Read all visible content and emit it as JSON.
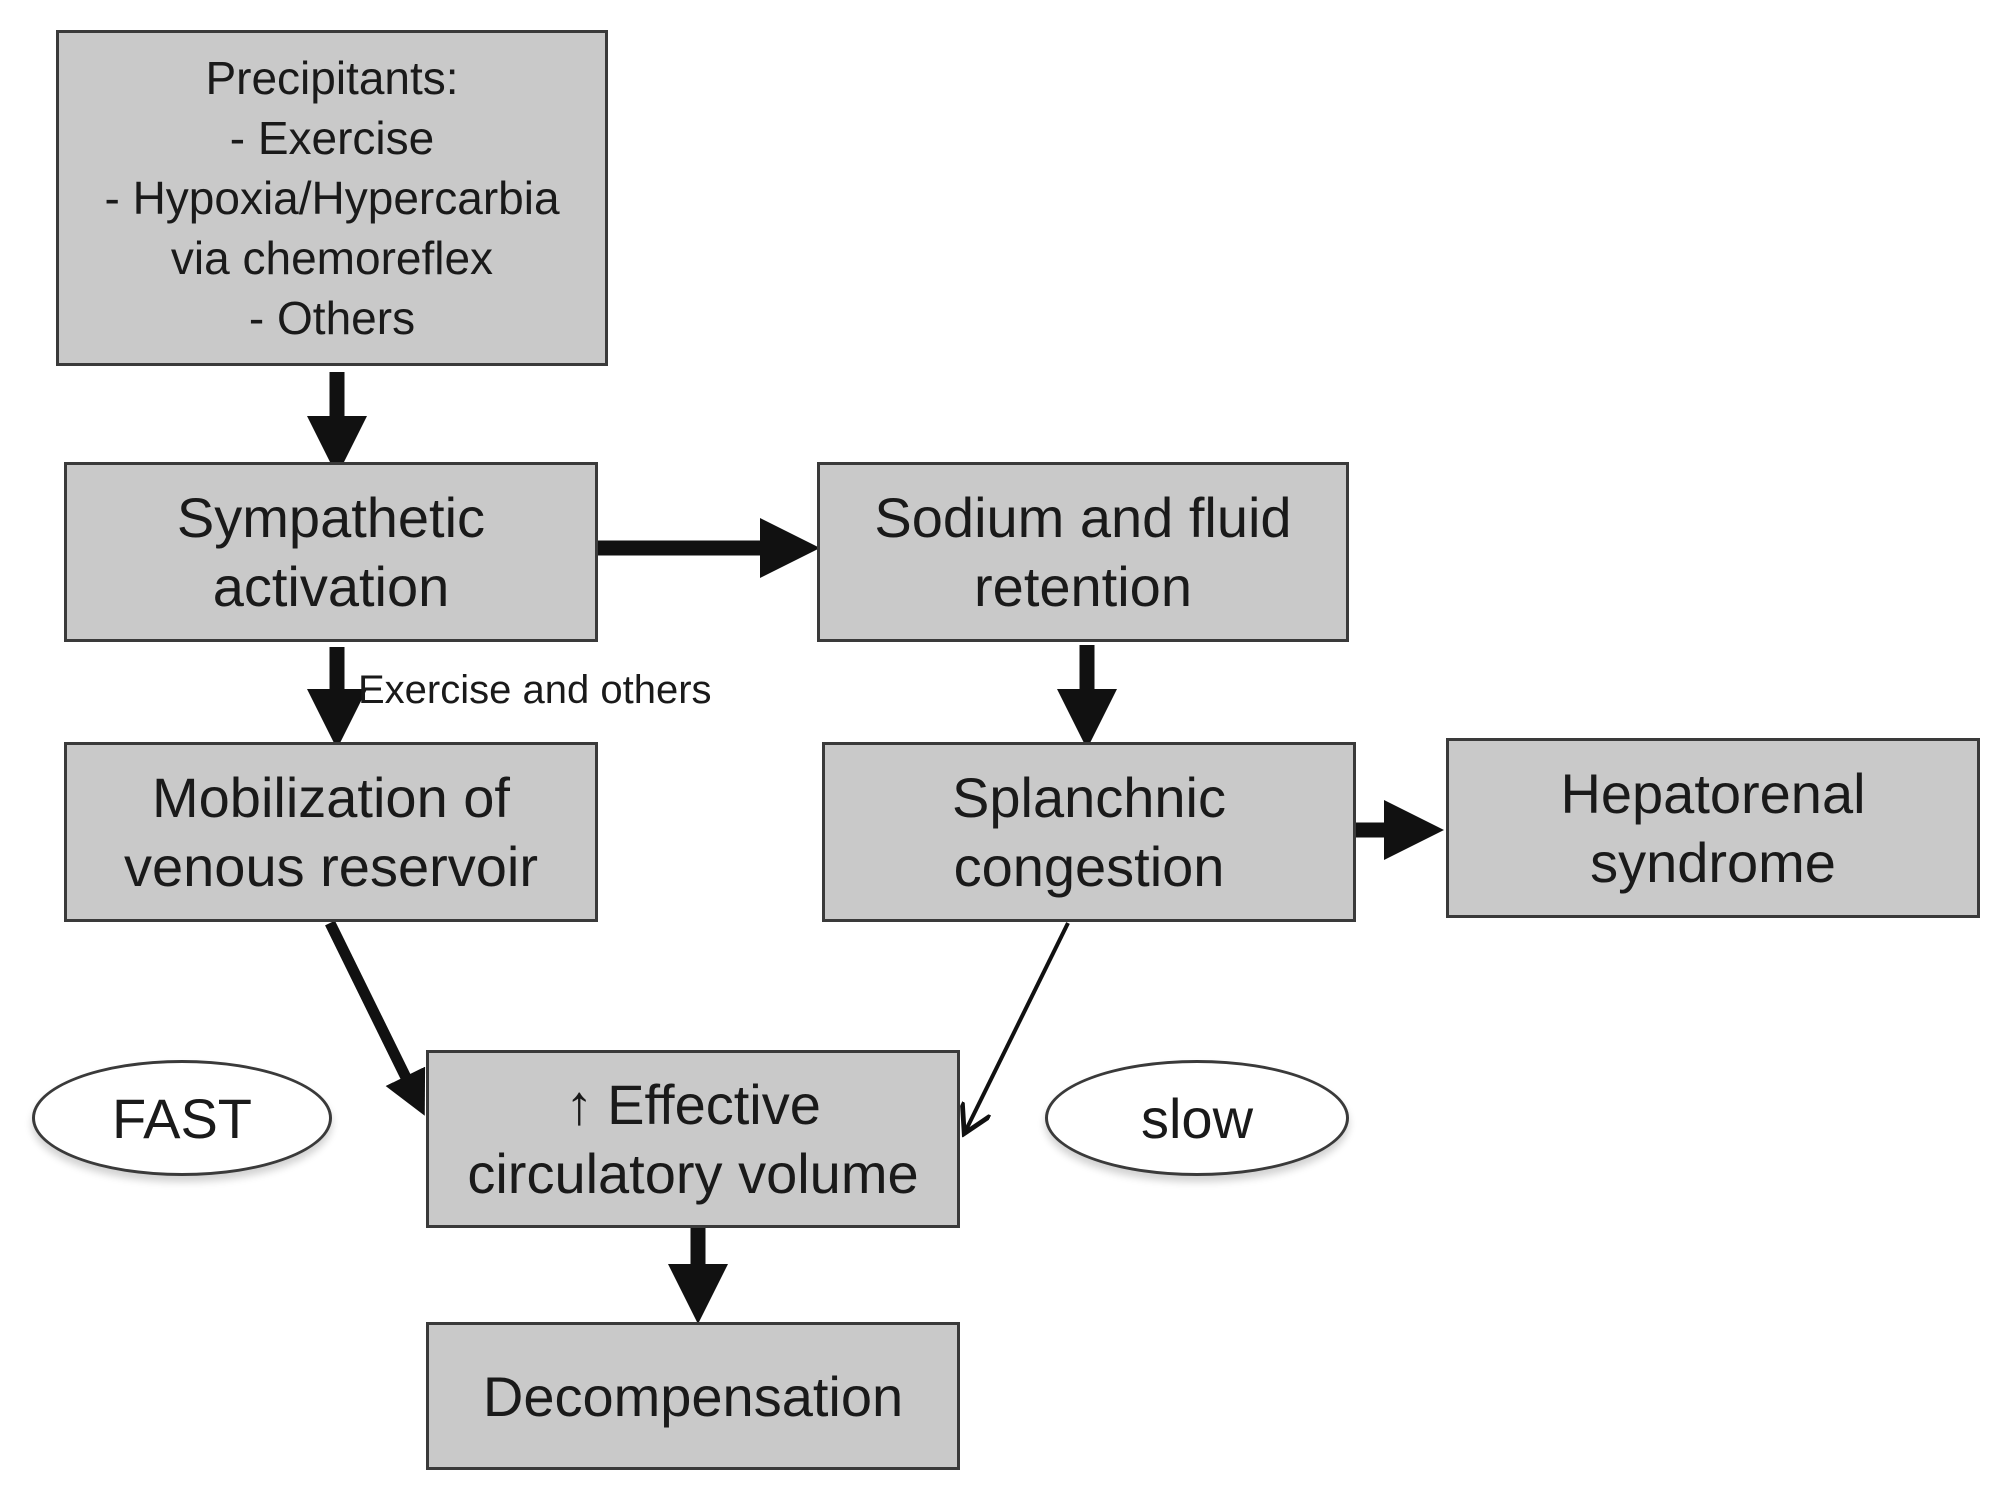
{
  "nodes": {
    "precipitants": {
      "lines": [
        "Precipitants:",
        "- Exercise",
        "- Hypoxia/Hypercarbia",
        "via chemoreflex",
        "- Others"
      ]
    },
    "sympathetic": {
      "lines": [
        "Sympathetic",
        "activation"
      ]
    },
    "sodium": {
      "lines": [
        "Sodium and fluid",
        "retention"
      ]
    },
    "mobilization": {
      "lines": [
        "Mobilization of",
        "venous reservoir"
      ]
    },
    "splanchnic": {
      "lines": [
        "Splanchnic",
        "congestion"
      ]
    },
    "hepatorenal": {
      "lines": [
        "Hepatorenal",
        "syndrome"
      ]
    },
    "effective": {
      "arrow_glyph": "↑",
      "lines": [
        "Effective",
        "circulatory volume"
      ]
    },
    "decompensation": {
      "lines": [
        "Decompensation"
      ]
    }
  },
  "ovals": {
    "fast": "FAST",
    "slow": "slow"
  },
  "edge_labels": {
    "exercise_and_others": "Exercise and others"
  },
  "colors": {
    "box_fill": "#c9c9c9",
    "box_border": "#3a3a3a",
    "arrow": "#111111",
    "background": "#ffffff"
  }
}
